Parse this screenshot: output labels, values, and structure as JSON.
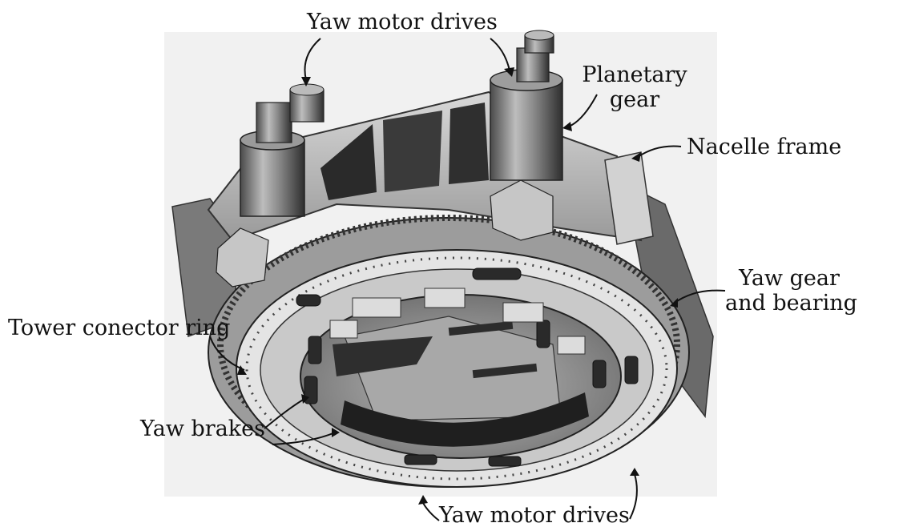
{
  "labels": {
    "yaw_motor_drives_top": "Yaw motor drives",
    "planetary_gear_line1": "Planetary",
    "planetary_gear_line2": "gear",
    "nacelle_frame": "Nacelle frame",
    "yaw_gear_line1": "Yaw gear",
    "yaw_gear_line2": "and bearing",
    "tower_connector_ring": "Tower conector ring",
    "yaw_brakes": "Yaw brakes",
    "yaw_motor_drives_bottom": "Yaw motor drives"
  },
  "colors": {
    "ink": "#111111",
    "background": "#ffffff",
    "metal_light": "#cfcfcf",
    "metal_mid": "#8c8c8c",
    "metal_dark": "#3a3a3a"
  }
}
